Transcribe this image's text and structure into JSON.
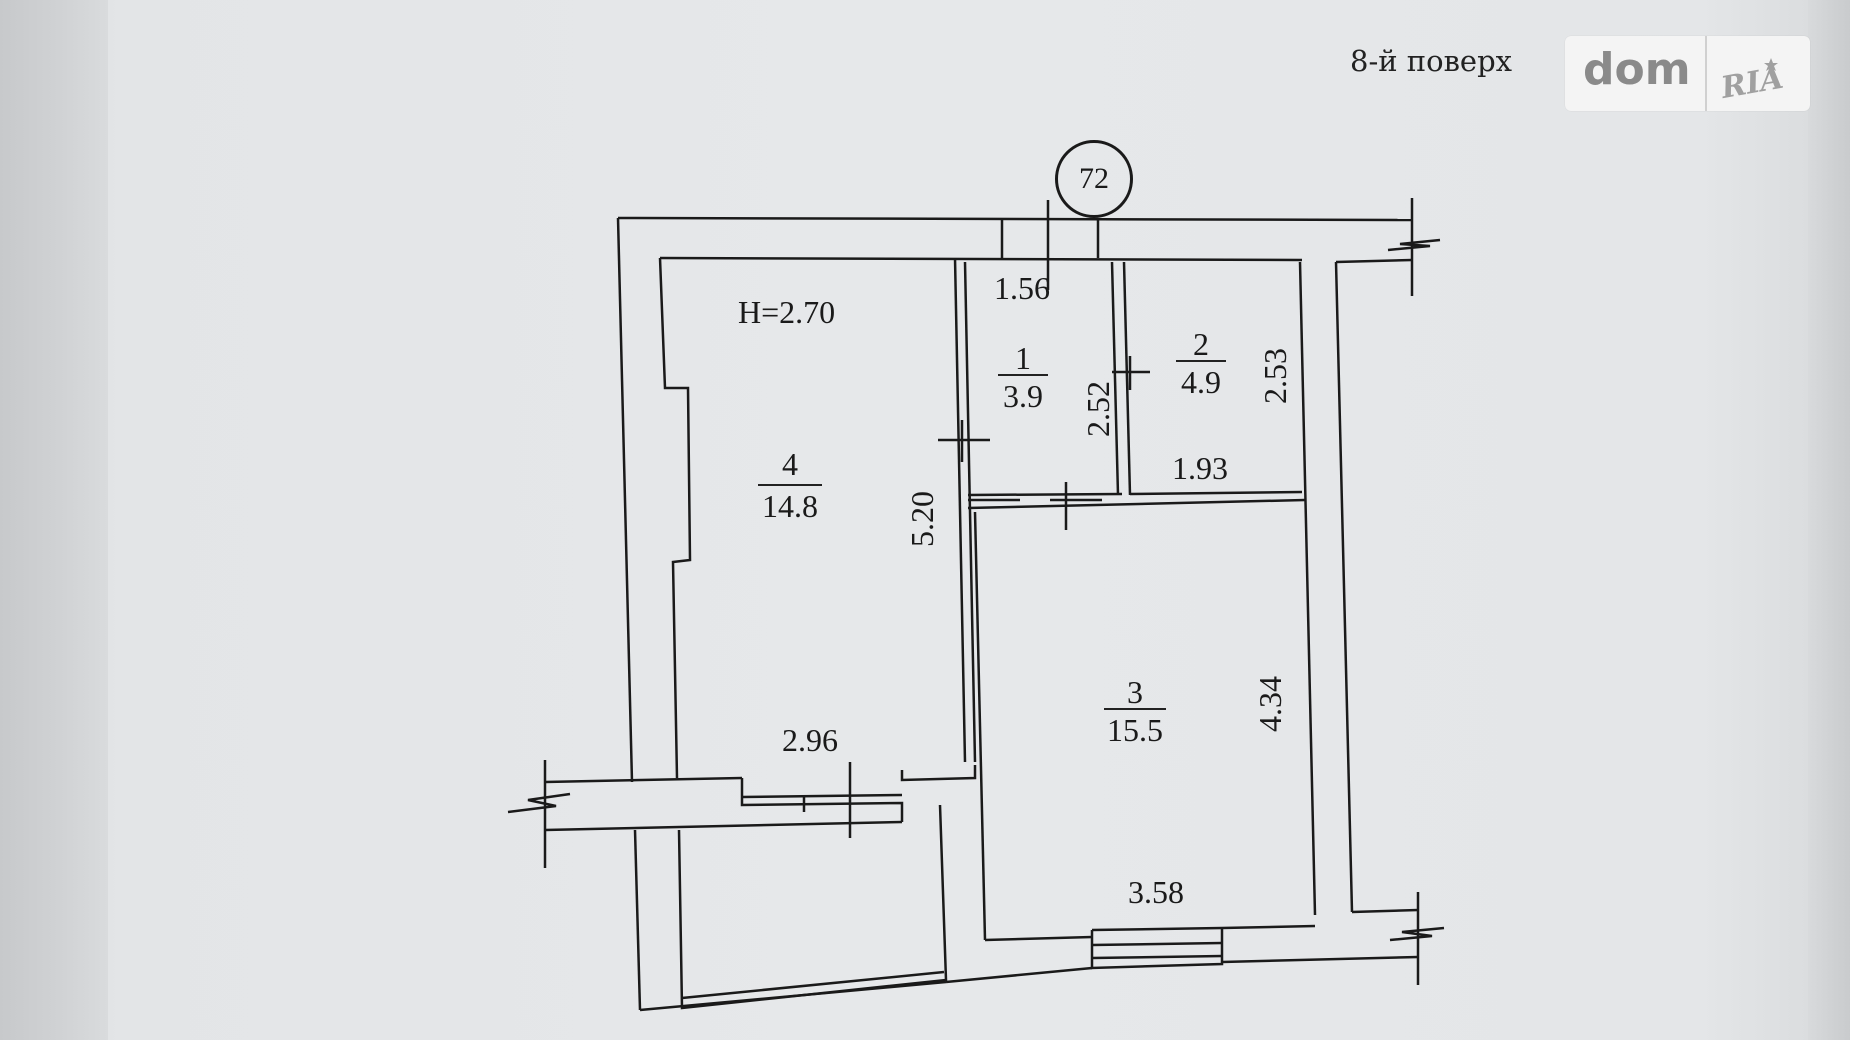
{
  "floor_label": "8-й поверх",
  "logo": {
    "dom": "dom",
    "ria": "RIA"
  },
  "apartment_number": "72",
  "ceiling_height": "H=2.70",
  "rooms": [
    {
      "number": "1",
      "area": "3.9"
    },
    {
      "number": "2",
      "area": "4.9"
    },
    {
      "number": "3",
      "area": "15.5"
    },
    {
      "number": "4",
      "area": "14.8"
    }
  ],
  "dimensions": {
    "d_1_56": "1.56",
    "d_2_52": "2.52",
    "d_2_53": "2.53",
    "d_1_93": "1.93",
    "d_5_20": "5.20",
    "d_4_34": "4.34",
    "d_2_96": "2.96",
    "d_3_58": "3.58"
  },
  "colors": {
    "ink": "#1a1a1a",
    "paper": "#e5e7e9"
  }
}
